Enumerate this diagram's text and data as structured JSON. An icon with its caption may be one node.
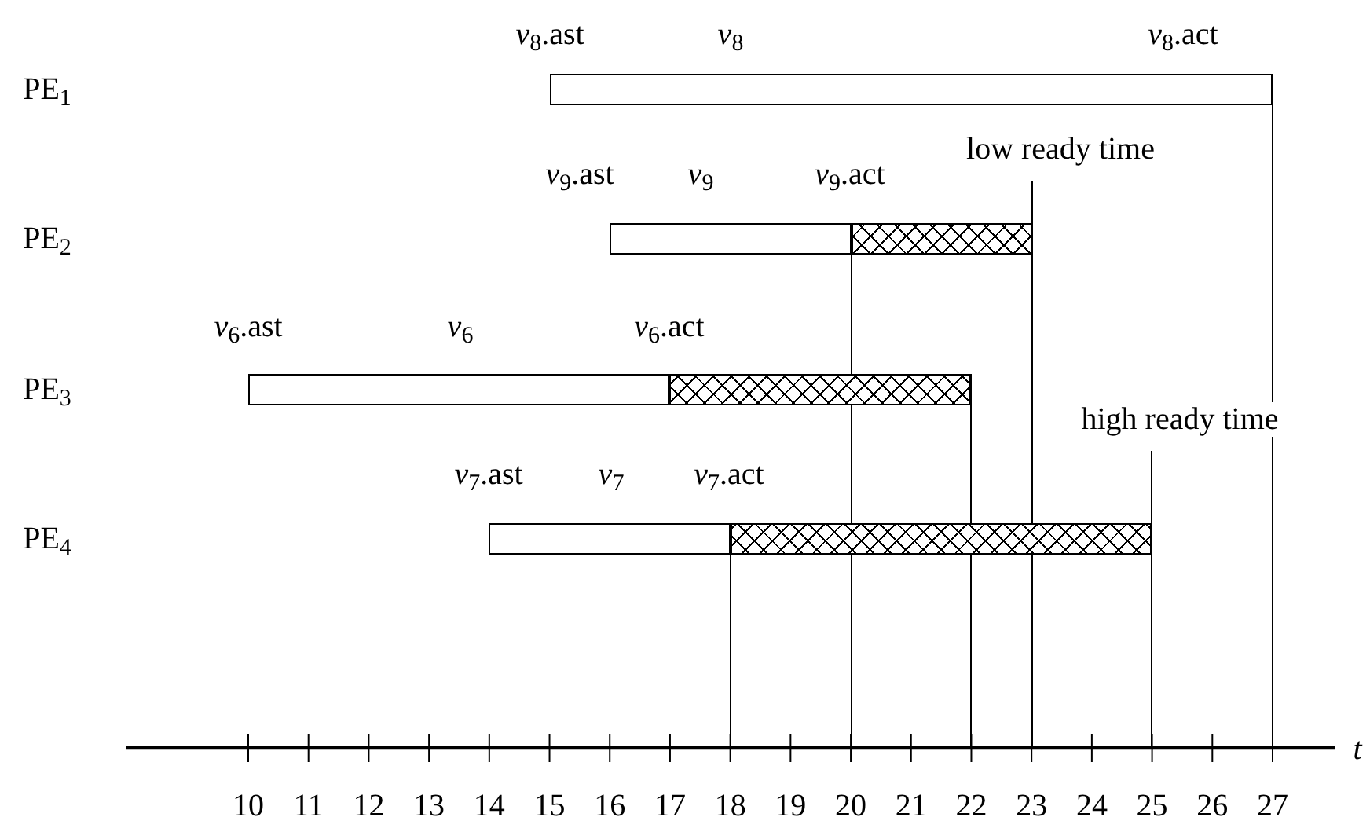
{
  "diagram": {
    "nodes": [
      {
        "text": [],
        "shape": "bar"
      },
      {
        "text": [],
        "shape": "bar"
      },
      {
        "text": [],
        "shape": "bar"
      },
      {
        "text": [],
        "shape": "bar"
      },
      {
        "text": [],
        "shape": "bar"
      },
      {
        "text": [],
        "shape": "bar"
      },
      {
        "text": [],
        "shape": "bar"
      }
    ],
    "labels": [
      "*v*$_{8}$.ast",
      "*v*$_{8}$",
      "*v*$_{8}$.act",
      "PE$_{1}$",
      "low ready time",
      "*v*$_{9}$.ast",
      "*v*$_{9}$",
      "*v*$_{9}$.act",
      "PE$_{2}$",
      "*v*$_{6}$.ast",
      "*v*$_{6}$",
      "*v*$_{6}$.act",
      "PE$_{3}$",
      "high ready time",
      "*v*$_{7}$.ast",
      "*v*$_{7}$",
      "*v*$_{7}$.act",
      "PE$_{4}$",
      "t",
      "10",
      "11",
      "12",
      "13",
      "14",
      "15",
      "16",
      "17",
      "18",
      "19",
      "20",
      "21",
      "22",
      "23",
      "24",
      "25",
      "26",
      "27"
    ]
  }
}
